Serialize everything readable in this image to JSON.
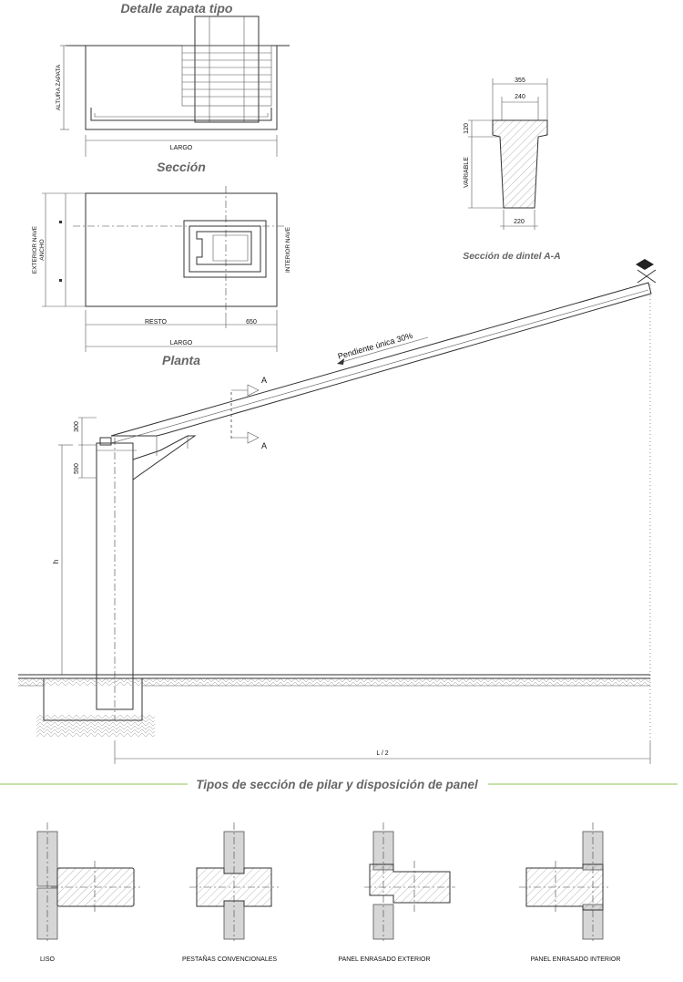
{
  "titles": {
    "detalle": "Detalle zapata tipo",
    "seccion": "Sección",
    "planta": "Planta",
    "dintel": "Sección de dintel A-A",
    "tipos": "Tipos de sección de pilar y disposición de panel"
  },
  "zapata_seccion": {
    "altura_label": "ALTURA ZAPATA",
    "largo_label": "LARGO"
  },
  "zapata_planta": {
    "exterior_label": "EXTERIOR NAVE",
    "ancho_label": "ANCHO",
    "interior_label": "INTERIOR NAVE",
    "resto_label": "RESTO",
    "dim_650": "650",
    "largo_label": "LARGO"
  },
  "dintel": {
    "dim_355": "355",
    "dim_240": "240",
    "dim_120": "120",
    "variable": "VARIABLE",
    "dim_220": "220"
  },
  "portico": {
    "pendiente": "Pendiente única 30%",
    "section_a": "A",
    "dim_300": "300",
    "dim_590": "590",
    "h_label": "h",
    "l2_label": "L / 2"
  },
  "tipos": [
    {
      "label": "LISO"
    },
    {
      "label": "PESTAÑAS CONVENCIONALES"
    },
    {
      "label": "PANEL ENRASADO EXTERIOR"
    },
    {
      "label": "PANEL ENRASADO INTERIOR"
    }
  ],
  "colors": {
    "accent_line": "#8cc152",
    "title_gray": "#666666",
    "panel_fill": "#d6d6d6"
  }
}
